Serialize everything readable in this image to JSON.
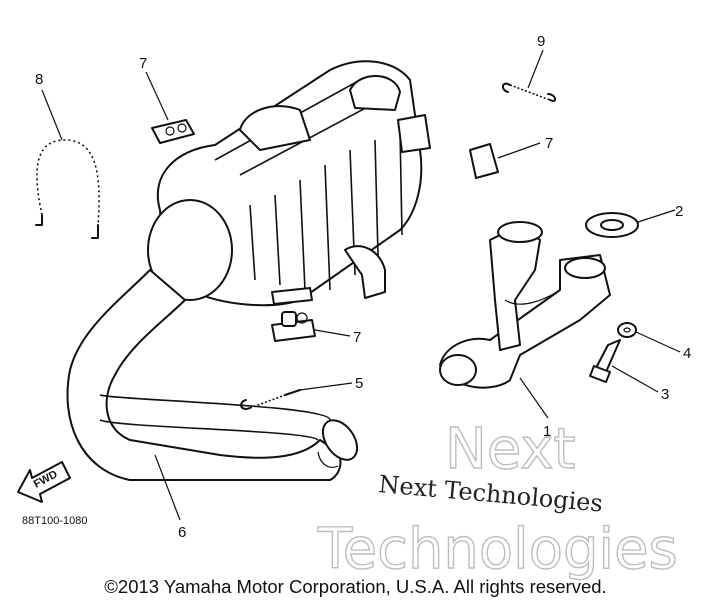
{
  "diagram": {
    "callouts": [
      {
        "id": "c8",
        "label": "8"
      },
      {
        "id": "c7a",
        "label": "7"
      },
      {
        "id": "c9",
        "label": "9"
      },
      {
        "id": "c7b",
        "label": "7"
      },
      {
        "id": "c2",
        "label": "2"
      },
      {
        "id": "c7c",
        "label": "7"
      },
      {
        "id": "c4",
        "label": "4"
      },
      {
        "id": "c3",
        "label": "3"
      },
      {
        "id": "c5",
        "label": "5"
      },
      {
        "id": "c1",
        "label": "1"
      },
      {
        "id": "c6",
        "label": "6"
      }
    ],
    "drawing_code": "88T100-1080",
    "fwd_label": "FWD"
  },
  "watermark": {
    "line1": "Next",
    "line2": "Technologies",
    "brand_line": "Next Technologies"
  },
  "footer": {
    "copyright": "©2013 Yamaha Motor Corporation, U.S.A. All rights reserved."
  }
}
